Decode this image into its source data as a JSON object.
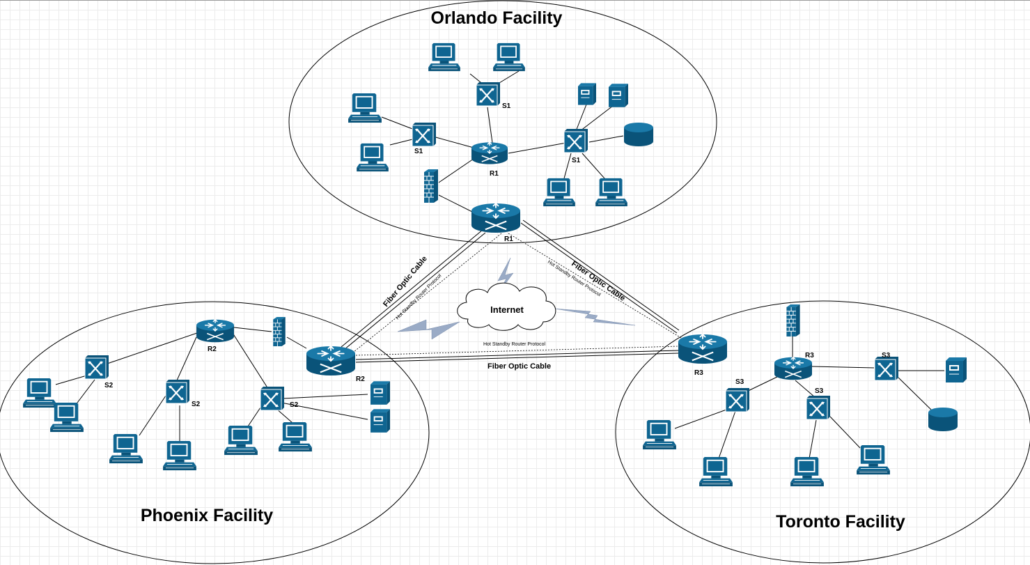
{
  "facilities": {
    "orlando": "Orlando Facility",
    "phoenix": "Phoenix Facility",
    "toronto": "Toronto Facility"
  },
  "devices": {
    "r1": "R1",
    "r1_edge": "R1",
    "r2": "R2",
    "r2_edge": "R2",
    "r3": "R3",
    "r3_edge": "R3",
    "s1": "S1",
    "s2": "S2",
    "s3": "S3"
  },
  "links": {
    "fiber": "Fiber Optic Cable",
    "hsrp": "Hot Standby Router Protocol"
  },
  "internet": "Internet",
  "colors": {
    "device": "#0f6591",
    "device_dark": "#094b6b",
    "lightning": "#9aabc6",
    "line": "#000000"
  }
}
